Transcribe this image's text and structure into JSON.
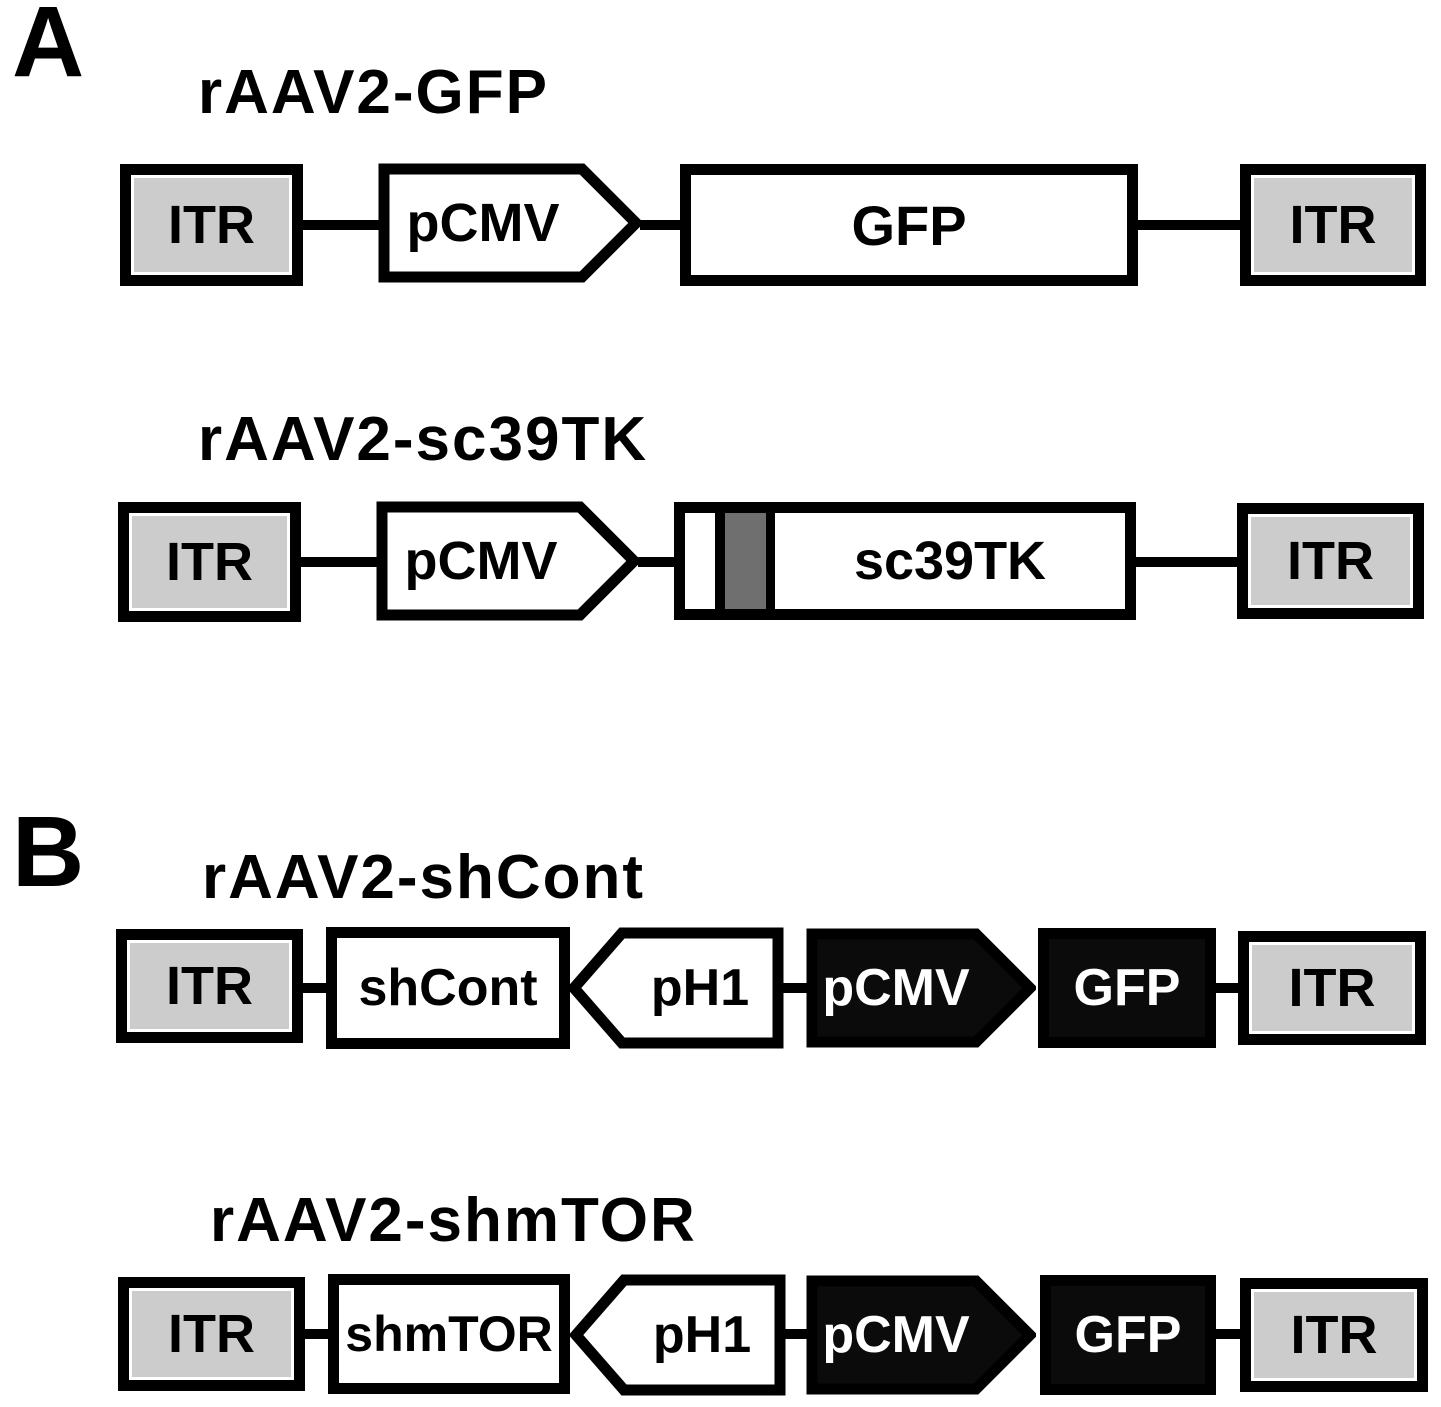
{
  "figure": {
    "panels": [
      {
        "label": "A",
        "constructs": [
          {
            "title": "rAAV2-GFP",
            "elements": [
              {
                "name": "itr-left",
                "type": "gray-box",
                "label": "ITR"
              },
              {
                "name": "pcmv",
                "type": "promoter-arrow-right-white",
                "label": "pCMV"
              },
              {
                "name": "gfp",
                "type": "white-box",
                "label": "GFP"
              },
              {
                "name": "itr-right",
                "type": "gray-box",
                "label": "ITR"
              }
            ]
          },
          {
            "title": "rAAV2-sc39TK",
            "elements": [
              {
                "name": "itr-left",
                "type": "gray-box",
                "label": "ITR"
              },
              {
                "name": "pcmv",
                "type": "promoter-arrow-right-white",
                "label": "pCMV"
              },
              {
                "name": "sc39tk",
                "type": "segmented-box",
                "label": "sc39TK",
                "segments": [
                  "white",
                  "dark-gray-stripe",
                  "labeled-white"
                ]
              },
              {
                "name": "itr-right",
                "type": "gray-box",
                "label": "ITR"
              }
            ]
          }
        ]
      },
      {
        "label": "B",
        "constructs": [
          {
            "title": "rAAV2-shCont",
            "elements": [
              {
                "name": "itr-left",
                "type": "gray-box",
                "label": "ITR"
              },
              {
                "name": "shrna",
                "type": "white-box",
                "label": "shCont"
              },
              {
                "name": "ph1",
                "type": "promoter-arrow-left-white",
                "label": "pH1"
              },
              {
                "name": "pcmv",
                "type": "promoter-arrow-right-black",
                "label": "pCMV"
              },
              {
                "name": "gfp",
                "type": "black-box",
                "label": "GFP"
              },
              {
                "name": "itr-right",
                "type": "gray-box",
                "label": "ITR"
              }
            ]
          },
          {
            "title": "rAAV2-shmTOR",
            "elements": [
              {
                "name": "itr-left",
                "type": "gray-box",
                "label": "ITR"
              },
              {
                "name": "shrna",
                "type": "white-box",
                "label": "shmTOR"
              },
              {
                "name": "ph1",
                "type": "promoter-arrow-left-white",
                "label": "pH1"
              },
              {
                "name": "pcmv",
                "type": "promoter-arrow-right-black",
                "label": "pCMV"
              },
              {
                "name": "gfp",
                "type": "black-box",
                "label": "GFP"
              },
              {
                "name": "itr-right",
                "type": "gray-box",
                "label": "ITR"
              }
            ]
          }
        ]
      }
    ],
    "colors": {
      "itr_fill": "#cccccc",
      "stripe_fill": "#6f6f6f",
      "black_fill": "#0b0b0b",
      "outline": "#000000",
      "background": "#ffffff"
    }
  }
}
